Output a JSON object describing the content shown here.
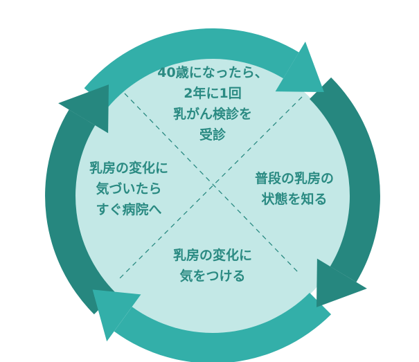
{
  "colors": {
    "fill": "#c3e8e6",
    "arrow_light": "#33afa9",
    "arrow_dark": "#26877f",
    "text": "#2a8a82",
    "dash": "#2a8a82"
  },
  "cycle": [
    {
      "id": "checkup",
      "lines": [
        "40歳になったら、",
        "2年に1回",
        "乳がん検診を",
        "受診"
      ]
    },
    {
      "id": "know",
      "lines": [
        "普段の乳房の",
        "状態を知る"
      ]
    },
    {
      "id": "notice",
      "lines": [
        "乳房の変化に",
        "気をつける"
      ]
    },
    {
      "id": "hospital",
      "lines": [
        "乳房の変化に",
        "気づいたら",
        "すぐ病院へ"
      ]
    }
  ]
}
